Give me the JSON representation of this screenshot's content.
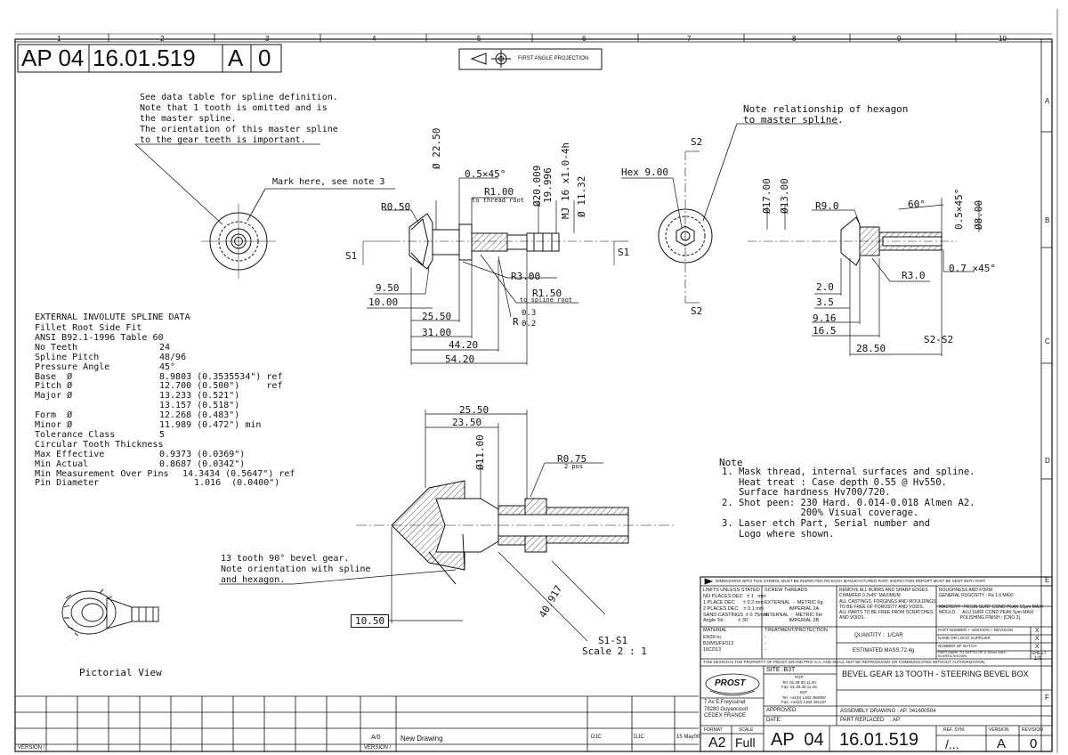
{
  "header": {
    "prefix": "AP 04",
    "drawing_no": "16.01.519",
    "rev_letter": "A",
    "rev_no": "0",
    "projection": "FIRST ANGLE PROJECTION",
    "columns": [
      "1",
      "2",
      "3",
      "4",
      "5",
      "6",
      "7",
      "8",
      "9",
      "10"
    ],
    "rows": [
      "A",
      "B",
      "C",
      "D",
      "E",
      "F"
    ]
  },
  "notes_top": {
    "spline_note": "See data table for spline definition.\nNote that 1 tooth is omitted and is\nthe master spline.\nThe orientation of this master spline\nto the gear teeth is important.",
    "mark_note": "Mark here, see note 3",
    "hex_note": "Note relationship of hexagon\nto master spline."
  },
  "front_dims": {
    "r050": "R0.50",
    "d2250": "Ø 22.50",
    "chamfer": "0.5×45°",
    "r100": "R1.00",
    "thread_root": "to thread root",
    "d20009": "Ø20.009",
    "d19996": "19.996",
    "mj": "MJ 16 x1.0-4h",
    "d1132": "Ø 11.32",
    "r300": "R3.00",
    "r150": "R1.50",
    "spline_root": "to spline root",
    "r03": "0.3",
    "r02": "0.2",
    "r_letter": "R",
    "d950": "9.50",
    "d1000": "10.00",
    "d2550": "25.50",
    "d3100": "31.00",
    "d4420": "44.20",
    "d5420": "54.20",
    "s1": "S1"
  },
  "hex_view": {
    "hex": "Hex 9.00",
    "s2": "S2"
  },
  "section_s2": {
    "d1700": "Ø17.00",
    "d1300": "Ø13.00",
    "r90": "R9.0",
    "ang": "60°",
    "chamf": "0.5×45°",
    "d800": "Ø8.00",
    "r30": "R3.0",
    "chamf2": "0.7 ×45°",
    "d20": "2.0",
    "d35": "3.5",
    "d916": "9.16",
    "d165": "16.5",
    "d2850": "28.50",
    "label": "S2-S2"
  },
  "spline_data": {
    "title": "EXTERNAL INVOLUTE SPLINE DATA",
    "rows": [
      {
        "k": "Fillet Root Side Fit",
        "v": ""
      },
      {
        "k": "ANSI B92.1-1996 Table 60",
        "v": ""
      },
      {
        "k": "No Teeth",
        "v": "24"
      },
      {
        "k": "Spline Pitch",
        "v": "48/96"
      },
      {
        "k": "Pressure Angle",
        "v": "45°"
      },
      {
        "k": "Base  Ø",
        "v": "8.9803 (0.3535534\") ref"
      },
      {
        "k": "Pitch Ø",
        "v": "12.700 (0.500\")     ref"
      },
      {
        "k": "Major Ø",
        "v": "13.233 (0.521\")"
      },
      {
        "k": "",
        "v": "13.157 (0.518\")"
      },
      {
        "k": "Form  Ø",
        "v": "12.268 (0.483\")"
      },
      {
        "k": "Minor Ø",
        "v": "11.989 (0.472\") min"
      },
      {
        "k": "Tolerance Class",
        "v": "5"
      },
      {
        "k": "Circular Tooth Thickness",
        "v": ""
      },
      {
        "k": "Max Effective",
        "v": "0.9373 (0.0369\")"
      },
      {
        "k": "Min Actual",
        "v": "0.8687 (0.0342\")"
      },
      {
        "k": "Min Measurement Over Pins",
        "v": "14.3434 (0.5647\") ref"
      },
      {
        "k": "Pin Diameter",
        "v": "1.016  (0.0400\")"
      }
    ]
  },
  "section_s1": {
    "d2550": "25.50",
    "d2350": "23.50",
    "d1100": "Ø11.00",
    "r075": "R0.75",
    "pos": "2 pos",
    "d40917": "40.917",
    "d1050": "10.50",
    "gear_note": "13 tooth 90° bevel gear.\nNote orientation with spline\nand hexagon.",
    "label": "S1-S1",
    "scale": "Scale 2 : 1"
  },
  "pictorial": "Pictorial View",
  "notes": {
    "title": "Note",
    "items": [
      "1. Mask thread, internal surfaces and spline.",
      "   Heat treat : Case depth 0.55 @ Hv550.",
      "   Surface hardness Hv700/720.",
      "2. Shot peen: 230 Hard. 0.014-0.018 Almen A2.",
      "              200% Visual coverage.",
      "3. Laser etch Part, Serial number and",
      "   Logo where shown."
    ]
  },
  "title_block": {
    "inspection": "DIMENSIONS WITH THIS SYMBOL MUST BE INSPECTED ON EACH MANUFACTURED PART. INSPECTION REPORT MUST BE SENT WITH PART.",
    "limits": "LIMITS UNLESS STATED\nNO PLACES DEC   ± 1   mm\n1 PLACE DEC      ± 0.2 mm\n2 PLACES DEC    ± 0.1 mm\nSAND CASTINGS  ± 0.75mm\nAngle Tol.          ± 30'",
    "screw": "SCREW THREADS\n\nEXTERNAL  -  METRIC 6g\n                  IMPERIAL 2A\nINTERNAL  -  METRIC 6H\n                  IMPERIAL 2B",
    "remove": "REMOVE ALL BURRS AND SHARP EDGES.\nCHAMFER 0.2x45° MAXIMUM.\nALL CASTINGS, FORGINGS AND MOULDINGS\nTO BE FREE OF POROSITY AND VOIDS.\nALL PARTS TO BE FREE FROM SCRATCHES\nAND VOIDS.",
    "rough": "ROUGHNESS AND FORM :\nGENERAL RUGOSITY : Ra 1.6 MAXI\n\nMASTERY : RESIN SURF COND PEAK 15μm MAXI\nMOULD      ALU SURF COND PEAK 5μm MAXI\n                 POLISHING FINISH : [CNO.3]",
    "material_h": "MATERIAL",
    "material": "EN39 to\nB3/MS/FE013\n16CD13",
    "treatment_h": "TREATMENT/PROTECTION",
    "treatment": "-\n-\n-",
    "quantity": "QUANTITY :  1/CAR",
    "mass": "ESTIMATED MASS:72.4g",
    "pn_rev": "PART NUMBER + VERSION + REVISION",
    "name_logo": "NAME OR LOGO SUPPLIER",
    "batch": "NUMBER OF BATCH",
    "mark_depth": "PART MARK TO DEPTH OF 0.15mm MAX\nIN AREA SHOWN",
    "x1": "X",
    "x2": "X",
    "x3": "X",
    "sheet_h": "SHEET",
    "sheet": "1/1",
    "property": "THIS DESIGN IS THE PROPERTY OF PROST GRAND PRIX S.A. AND SHALL NOT BE REPRODUCED OR COMMUNICATED WITHOUT AUTHORIZATION.",
    "site": "SITE :B3T",
    "pgp": "PGP\nTel: 01.39.30.11.00\nFax: 01.39.30.11.29",
    "b3t": "B3T\nTel: +44(0) 1483 450900\nFax: +44(0) 1483 451137",
    "title": "BEVEL GEAR 13 TOOTH - STEERING BEVEL BOX",
    "address": "7 Av E.Freyssinet\n78280 Guyancourt\nCEDEX FRANCE",
    "approved": "APPROVED:",
    "date": "DATE:",
    "assembly": "ASSEMBLY DRAWING : AP. 041600504",
    "replaced": "PART REPLACED    : AP.",
    "logo": "PROST",
    "format_h": "FORMAT",
    "scale_h": "SCALE",
    "format": "A2",
    "scale": "Full",
    "ap": "AP  04",
    "num": "16.01.519",
    "ref_h": "REF. SYM.",
    "ref": "/...",
    "version_h": "VERSION",
    "revision_h": "REVISION",
    "version": "A",
    "revision": "0"
  },
  "revision_table": {
    "row_ver": "A/0",
    "row_desc": "New Drawing",
    "row_d": "DJC",
    "row_a": "DJC",
    "row_date": "15 May00",
    "ver_h": "VERSION /",
    "version_footer": "VERSION /"
  }
}
